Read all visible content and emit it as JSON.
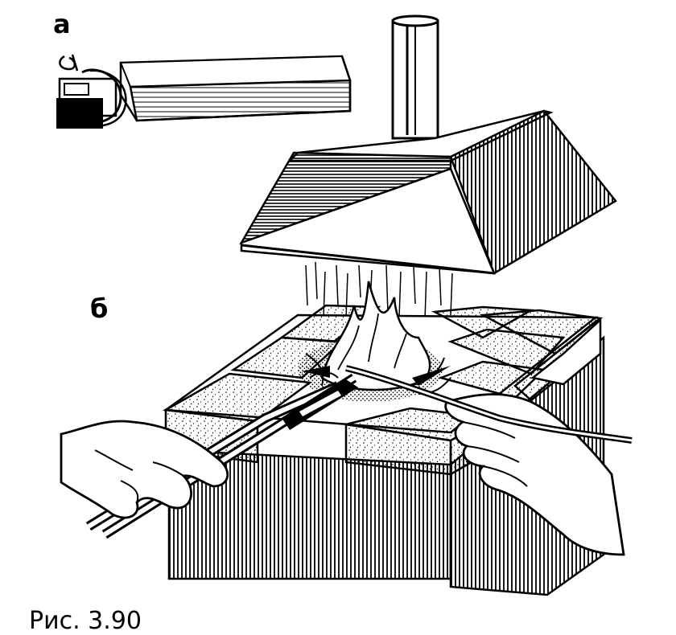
{
  "figure": {
    "label_a": "а",
    "label_b": "б",
    "caption": "Рис. 3.90"
  },
  "colors": {
    "ink": "#000000",
    "paper": "#ffffff"
  },
  "icons": [
    "fire-brick-icon",
    "exhaust-hood-icon",
    "flame-icon",
    "tongs-icon",
    "gloved-hand-icon"
  ]
}
